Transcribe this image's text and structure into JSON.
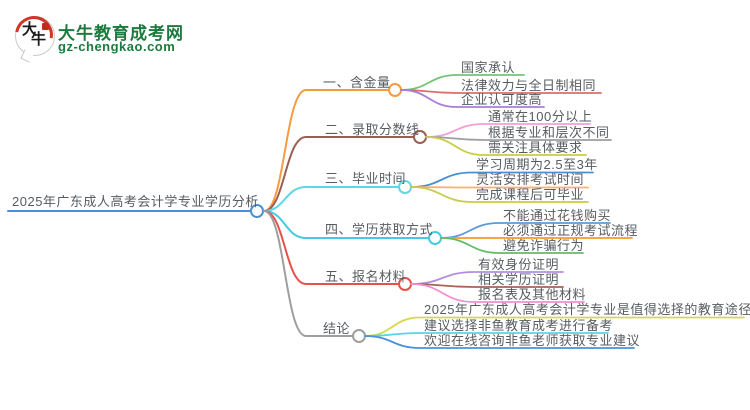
{
  "logo": {
    "title": "大牛教育成考网",
    "domain": "gz-chengkao.com",
    "icon_char_1": "大",
    "icon_char_2": "牛",
    "brand_color": "#1d7a3f",
    "seal_color": "#c5281c"
  },
  "mindmap": {
    "root": {
      "label": "2025年广东成人高考会计学专业学历分析",
      "color": "#4a90d2"
    },
    "branches": [
      {
        "label": "一、含金量",
        "color": "#f59b40",
        "children": [
          {
            "label": "国家承认",
            "color": "#77c178"
          },
          {
            "label": "法律效力与全日制相同",
            "color": "#e06c6c"
          },
          {
            "label": "企业认可度高",
            "color": "#a97fd6"
          }
        ]
      },
      {
        "label": "二、录取分数线",
        "color": "#9a5f51",
        "children": [
          {
            "label": "通常在100分以上",
            "color": "#f2a0d5"
          },
          {
            "label": "根据专业和层次不同",
            "color": "#9e9e9e"
          },
          {
            "label": "需关注具体要求",
            "color": "#c9cc45"
          }
        ]
      },
      {
        "label": "三、毕业时间",
        "color": "#5ed7e6",
        "children": [
          {
            "label": "学习周期为2.5至3年",
            "color": "#4a8fd4"
          },
          {
            "label": "灵活安排考试时间",
            "color": "#f6b26b"
          },
          {
            "label": "完成课程后可毕业",
            "color": "#c9cc45"
          }
        ]
      },
      {
        "label": "四、学历获取方式",
        "color": "#45cbe0",
        "children": [
          {
            "label": "不能通过花钱购买",
            "color": "#5b9bd5"
          },
          {
            "label": "必须通过正规考试流程",
            "color": "#f59b23"
          },
          {
            "label": "避免诈骗行为",
            "color": "#66bb6a"
          }
        ]
      },
      {
        "label": "五、报名材料",
        "color": "#e8504a",
        "children": [
          {
            "label": "有效身份证明",
            "color": "#b48ede"
          },
          {
            "label": "相关学历证明",
            "color": "#aa6355"
          },
          {
            "label": "报名表及其他材料",
            "color": "#f28fd0"
          }
        ]
      },
      {
        "label": "结论",
        "color": "#9e9e9e",
        "children": [
          {
            "label": "2025年广东成人高考会计学专业是值得选择的教育途径",
            "color": "#d6d84f"
          },
          {
            "label": "建议选择非鱼教育成考进行备考",
            "color": "#55d6e8"
          },
          {
            "label": "欢迎在线咨询非鱼老师获取专业建议",
            "color": "#4a90d9"
          }
        ]
      }
    ]
  }
}
